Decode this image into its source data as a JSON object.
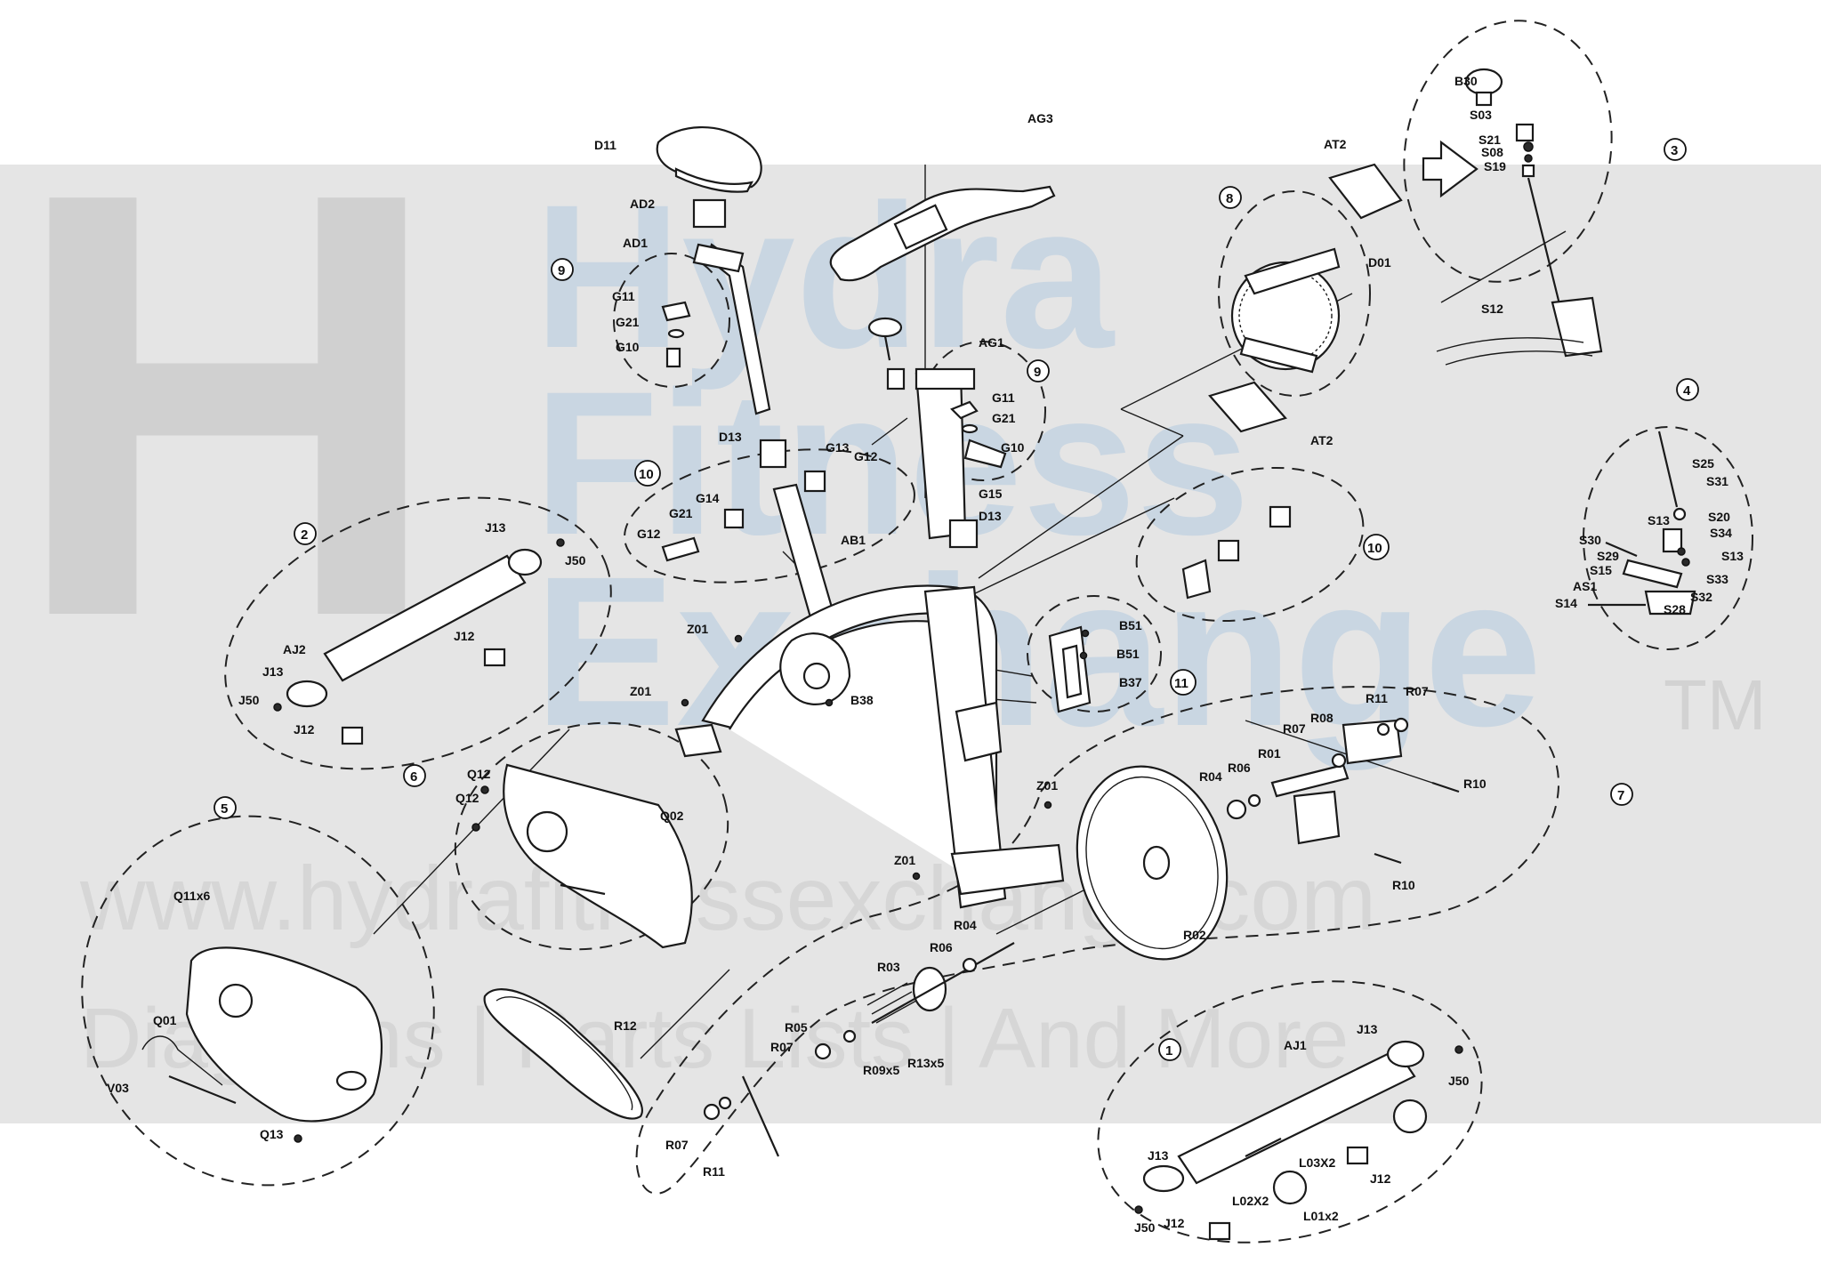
{
  "watermark": {
    "brand_line1": "Hydra",
    "brand_line2": "Fitness",
    "brand_line3": "Exchange",
    "trademark": "TM",
    "url": "www.hydrafitnessexchange.com",
    "tagline": "Diagrams | Parts Lists | And More",
    "logo_letter": "H"
  },
  "group_numbers": [
    "1",
    "2",
    "3",
    "4",
    "5",
    "6",
    "7",
    "8",
    "9",
    "9",
    "10",
    "10",
    "11"
  ],
  "part_labels": {
    "D11": "D11",
    "AD2": "AD2",
    "AD1": "AD1",
    "AG3": "AG3",
    "AG1": "AG1",
    "AB1": "AB1",
    "G11": "G11",
    "G21": "G21",
    "G10": "G10",
    "G15": "G15",
    "D13": "D13",
    "G13": "G13",
    "G12": "G12",
    "G14": "G14",
    "AT2": "AT2",
    "D01": "D01",
    "B30": "B30",
    "S03": "S03",
    "S21": "S21",
    "S08": "S08",
    "S19": "S19",
    "S12": "S12",
    "S25": "S25",
    "S31": "S31",
    "S20": "S20",
    "S34": "S34",
    "S13": "S13",
    "S30": "S30",
    "S29": "S29",
    "S15": "S15",
    "S33": "S33",
    "S32": "S32",
    "AS1": "AS1",
    "S14": "S14",
    "S28": "S28",
    "J13": "J13",
    "J50": "J50",
    "AJ2": "AJ2",
    "J12": "J12",
    "Z01": "Z01",
    "B38": "B38",
    "B51": "B51",
    "B37": "B37",
    "Q12": "Q12",
    "Q02": "Q02",
    "Q11x6": "Q11x6",
    "Q01": "Q01",
    "V03": "V03",
    "Q13": "Q13",
    "R11": "R11",
    "R07": "R07",
    "R08": "R08",
    "R10": "R10",
    "R01": "R01",
    "R04": "R04",
    "R06": "R06",
    "R02": "R02",
    "R03": "R03",
    "R05": "R05",
    "R09x5": "R09x5",
    "R13x5": "R13x5",
    "R12": "R12",
    "AJ1": "AJ1",
    "L03X2": "L03X2",
    "L02X2": "L02X2",
    "L01x2": "L01x2"
  },
  "highlight_arrow_color": "#e0302a"
}
